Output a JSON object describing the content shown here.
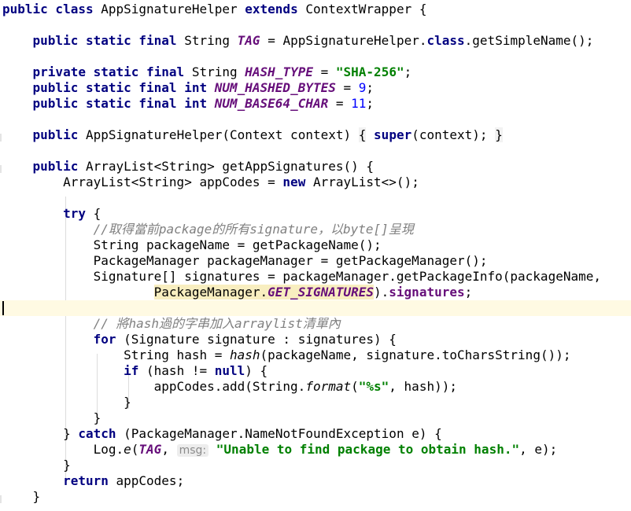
{
  "code": {
    "l1": {
      "kw1": "public class",
      "cls": "AppSignatureHelper",
      "kw2": "extends",
      "rest": "ContextWrapper {"
    },
    "l3": {
      "kw": "public static final",
      "type": "String",
      "field": "TAG",
      "rest1": "= AppSignatureHelper.",
      "kwclass": "class",
      "rest2": ".getSimpleName();"
    },
    "l5": {
      "kw": "private static final",
      "type": "String",
      "field": "HASH_TYPE",
      "eq": "=",
      "str": "\"SHA-256\"",
      "semi": ";"
    },
    "l6": {
      "kw": "public static final int",
      "field": "NUM_HASHED_BYTES",
      "eq": "=",
      "num": "9",
      "semi": ";"
    },
    "l7": {
      "kw": "public static final int",
      "field": "NUM_BASE64_CHAR",
      "eq": "=",
      "num": "11",
      "semi": ";"
    },
    "l9": {
      "kw": "public",
      "sig": "AppSignatureHelper(Context context)",
      "brace_open": "{",
      "kwsuper": "super",
      "mid": "(context);",
      "brace_close": "}"
    },
    "l11": {
      "kw": "public",
      "rest": "ArrayList<String> getAppSignatures() {"
    },
    "l12": {
      "pre": "ArrayList<String> appCodes =",
      "kwnew": "new",
      "post": "ArrayList<>();"
    },
    "l14": {
      "kw": "try",
      "rest": "{"
    },
    "l15": {
      "comment": "//取得當前package的所有signature，以byte[]呈現"
    },
    "l16": {
      "text": "String packageName = getPackageName();"
    },
    "l17": {
      "text": "PackageManager packageManager = getPackageManager();"
    },
    "l18": {
      "text": "Signature[] signatures = packageManager.getPackageInfo(packageName,"
    },
    "l19": {
      "pm": "PackageManager.",
      "const": "GET_SIGNATURES",
      "close": ").",
      "fld": "signatures",
      "semi": ";"
    },
    "l21": {
      "comment": "// 將hash過的字串加入arraylist清單內"
    },
    "l22": {
      "kw": "for",
      "rest": "(Signature signature : signatures) {"
    },
    "l23": {
      "pre": "String hash =",
      "fn": "hash",
      "rest": "(packageName, signature.toCharsString());"
    },
    "l24": {
      "kw": "if",
      "mid": "(hash !=",
      "kwnull": "null",
      "rest": ") {"
    },
    "l25": {
      "pre": "appCodes.add(String.",
      "fn": "format",
      "open": "(",
      "str": "\"%s\"",
      "rest": ", hash));"
    },
    "l26": {
      "text": "}"
    },
    "l27": {
      "text": "}"
    },
    "l28": {
      "pre": "}",
      "kw": "catch",
      "rest": "(PackageManager.NameNotFoundException e) {"
    },
    "l29": {
      "pre": "Log.",
      "fn": "e",
      "open": "(",
      "tag": "TAG",
      "comma": ",",
      "hint": "msg:",
      "str": "\"Unable to find package to obtain hash.\"",
      "rest": ", e);"
    },
    "l30": {
      "text": "}"
    },
    "l31": {
      "kw": "return",
      "rest": "appCodes;"
    },
    "l32": {
      "text": "}"
    }
  }
}
